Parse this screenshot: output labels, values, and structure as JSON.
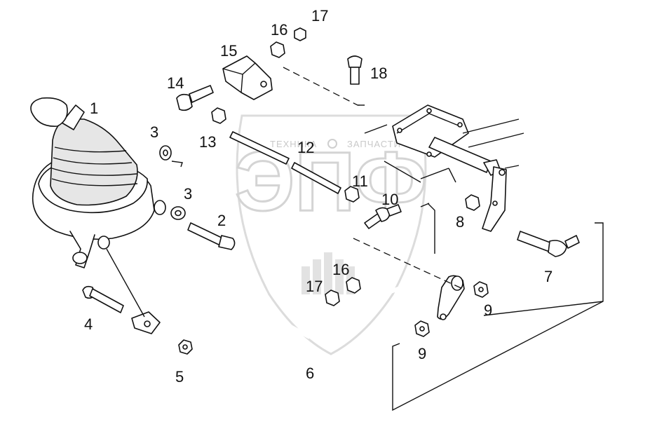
{
  "watermark": {
    "logo_text": "ЭПФ",
    "left_text": "ТЕХНИКА",
    "right_text": "ЗАПЧАСТИ"
  },
  "callouts": [
    "1",
    "2",
    "3",
    "3",
    "4",
    "5",
    "6",
    "7",
    "8",
    "9",
    "9",
    "10",
    "11",
    "12",
    "13",
    "14",
    "15",
    "16",
    "16",
    "17",
    "17",
    "18"
  ]
}
